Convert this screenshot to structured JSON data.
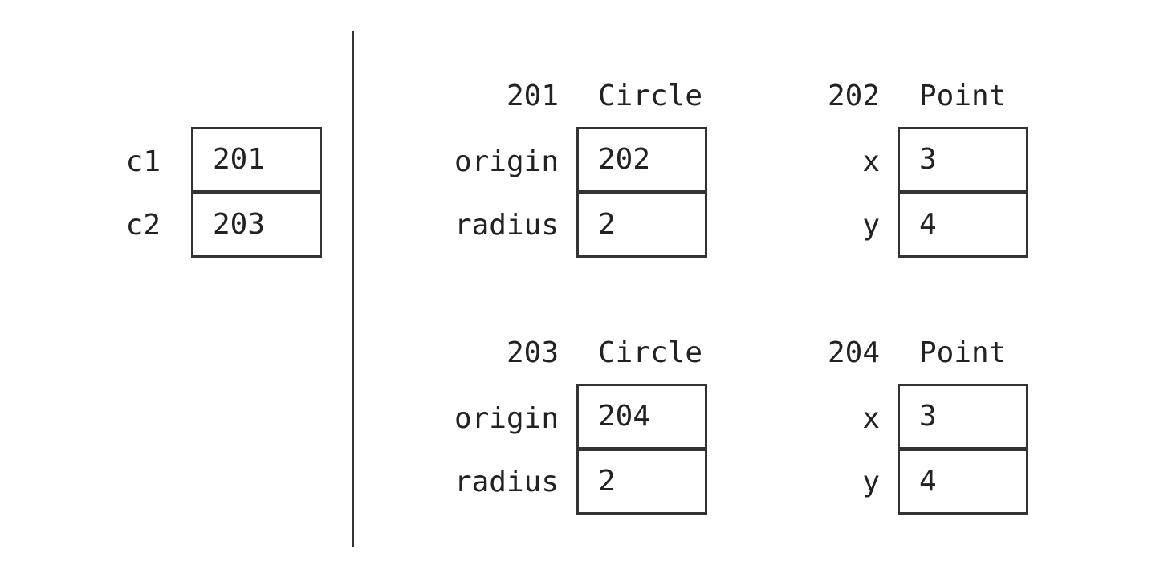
{
  "stack": {
    "rows": [
      {
        "name": "c1",
        "value": "201"
      },
      {
        "name": "c2",
        "value": "203"
      }
    ]
  },
  "heap": {
    "objects": [
      {
        "id": "201",
        "type": "Circle",
        "fields": [
          {
            "name": "origin",
            "value": "202"
          },
          {
            "name": "radius",
            "value": "2"
          }
        ]
      },
      {
        "id": "202",
        "type": "Point",
        "fields": [
          {
            "name": "x",
            "value": "3"
          },
          {
            "name": "y",
            "value": "4"
          }
        ]
      },
      {
        "id": "203",
        "type": "Circle",
        "fields": [
          {
            "name": "origin",
            "value": "204"
          },
          {
            "name": "radius",
            "value": "2"
          }
        ]
      },
      {
        "id": "204",
        "type": "Point",
        "fields": [
          {
            "name": "x",
            "value": "3"
          },
          {
            "name": "y",
            "value": "4"
          }
        ]
      }
    ]
  }
}
